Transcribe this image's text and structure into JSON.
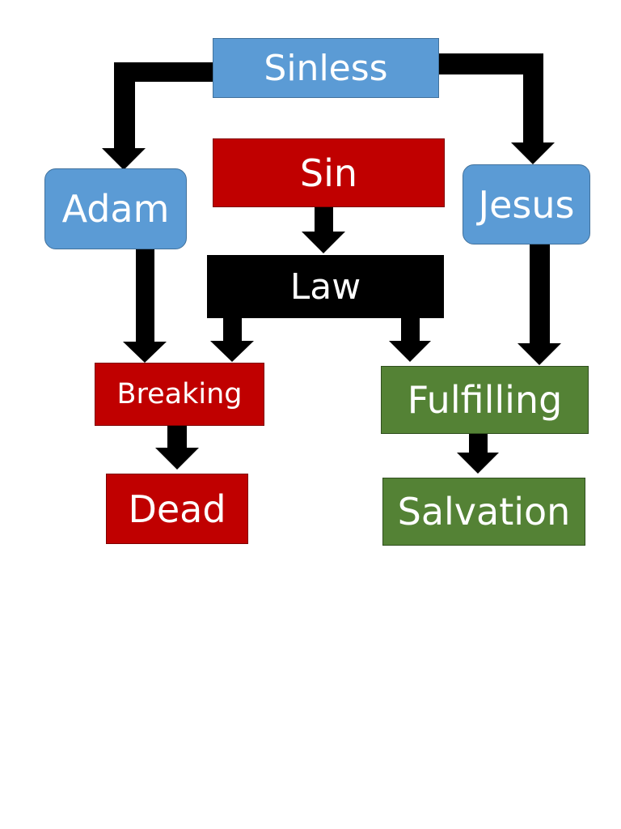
{
  "diagram": {
    "nodes": {
      "sinless": "Sinless",
      "sin": "Sin",
      "adam": "Adam",
      "jesus": "Jesus",
      "law": "Law",
      "breaking": "Breaking",
      "fulfilling": "Fulfilling",
      "dead": "Dead",
      "salvation": "Salvation"
    },
    "colors": {
      "blue": "#5b9bd5",
      "red": "#c00000",
      "black": "#000000",
      "green": "#548235",
      "arrow": "#000000"
    },
    "edges": [
      {
        "from": "sinless",
        "to": "adam"
      },
      {
        "from": "sinless",
        "to": "jesus"
      },
      {
        "from": "sin",
        "to": "law"
      },
      {
        "from": "adam",
        "to": "breaking"
      },
      {
        "from": "law",
        "to": "breaking"
      },
      {
        "from": "law",
        "to": "fulfilling"
      },
      {
        "from": "jesus",
        "to": "fulfilling"
      },
      {
        "from": "breaking",
        "to": "dead"
      },
      {
        "from": "fulfilling",
        "to": "salvation"
      }
    ]
  }
}
